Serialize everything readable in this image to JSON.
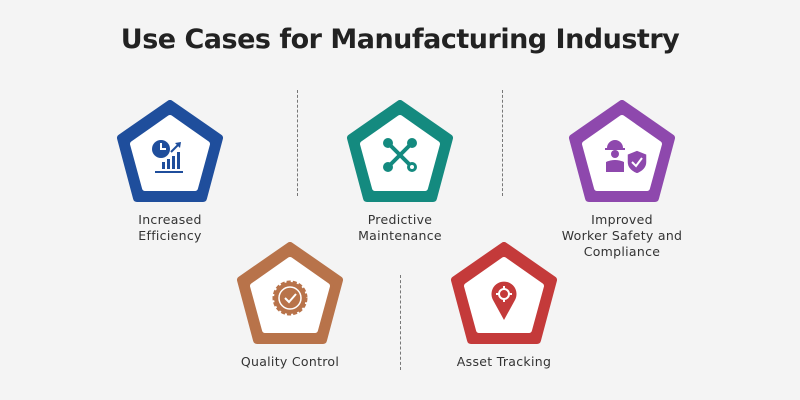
{
  "title": "Use Cases for Manufacturing Industry",
  "use_cases": [
    {
      "label_lines": [
        "Increased",
        "Efficiency"
      ],
      "icon": "efficiency-chart-icon",
      "color": "#1f4e9c"
    },
    {
      "label_lines": [
        "Predictive",
        "Maintenance"
      ],
      "icon": "wrench-tools-icon",
      "color": "#148a7f"
    },
    {
      "label_lines": [
        "Improved",
        "Worker Safety and",
        "Compliance"
      ],
      "icon": "worker-safety-shield-icon",
      "color": "#8e48ad"
    },
    {
      "label_lines": [
        "Quality Control"
      ],
      "icon": "quality-badge-check-icon",
      "color": "#b8734a"
    },
    {
      "label_lines": [
        "Asset Tracking"
      ],
      "icon": "location-pin-icon",
      "color": "#c43a3a"
    }
  ]
}
